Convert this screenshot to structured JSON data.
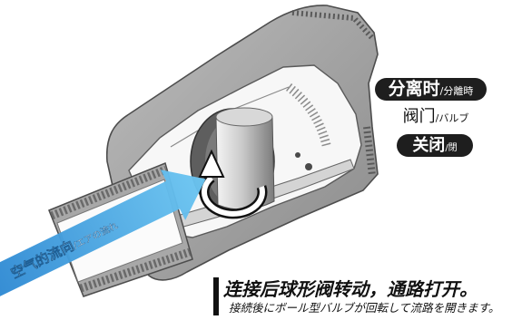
{
  "diagram": {
    "status_labels": {
      "separated": {
        "main": "分离时",
        "sub": "/分離時"
      },
      "valve": {
        "main": "阀门",
        "sub": "/バルブ"
      },
      "closed": {
        "main": "关闭",
        "sub": "/閉"
      }
    },
    "air_flow": {
      "main": "空气的流向",
      "sub": "/エアの流れ"
    },
    "caption": {
      "main": "连接后球形阀转动，通路打开。",
      "sub": "接続後にボール型バルブが回転して流路を開きます。"
    },
    "icons": {
      "rotation": "rotation-arrow-icon",
      "flow": "flow-arrow-icon"
    }
  },
  "colors": {
    "label_background": "#1e1e1e",
    "label_text": "#ffffff",
    "flow_arrow_dark": "#2b86d1",
    "flow_arrow_light": "#6cc6f2",
    "body_grey": "#a3a3a3",
    "caption_text": "#111111"
  }
}
